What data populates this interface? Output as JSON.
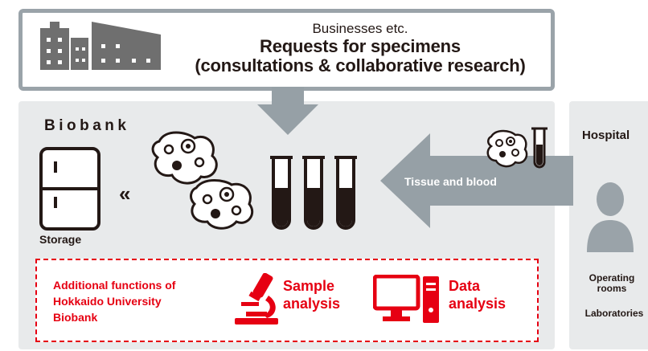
{
  "request": {
    "subtitle": "Businesses etc.",
    "title_line1": "Requests for specimens",
    "title_line2": "(consultations & collaborative research)"
  },
  "biobank": {
    "title": "Biobank",
    "storage_label": "Storage",
    "chevrons": "«"
  },
  "transfer": {
    "label": "Tissue and blood"
  },
  "hospital": {
    "title": "Hospital",
    "operating_line1": "Operating",
    "operating_line2": "rooms",
    "laboratories": "Laboratories"
  },
  "functions": {
    "title_line1": "Additional functions of",
    "title_line2": "Hokkaido University",
    "title_line3": "Biobank",
    "sample_line1": "Sample",
    "sample_line2": "analysis",
    "data_line1": "Data",
    "data_line2": "analysis"
  },
  "colors": {
    "gray_box": "#9aa3a9",
    "panel_bg": "#e8eaeb",
    "arrow": "#96a0a6",
    "dark": "#231815",
    "accent_red": "#e60012"
  },
  "icons": [
    "buildings-icon",
    "down-arrow-icon",
    "refrigerator-icon",
    "cells-icon",
    "test-tubes-icon",
    "left-arrow-icon",
    "specimen-icon",
    "person-icon",
    "microscope-icon",
    "computer-icon"
  ]
}
